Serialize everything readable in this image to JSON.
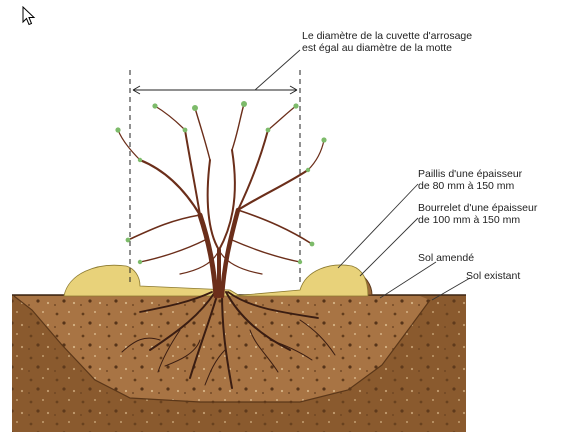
{
  "annotations": {
    "cuvette_line1": "Le diamètre de la cuvette d'arrosage",
    "cuvette_line2": "est égal au diamètre de la motte",
    "paillis_line1": "Paillis d'une épaisseur",
    "paillis_line2": "de 80 mm à 150 mm",
    "bourrelet_line1": "Bourrelet d'une épaisseur",
    "bourrelet_line2": "de 100 mm à 150 mm",
    "sol_amende": "Sol amendé",
    "sol_existant": "Sol existant"
  },
  "colors": {
    "existing_soil": "#8a5a2e",
    "amended_soil": "#a87444",
    "mulch": "#e8d27a",
    "trunk": "#6b2e1a",
    "roots": "#3a1d12",
    "leaf": "#7dbb6a"
  },
  "icons": {
    "cursor": "mouse-pointer-icon"
  }
}
